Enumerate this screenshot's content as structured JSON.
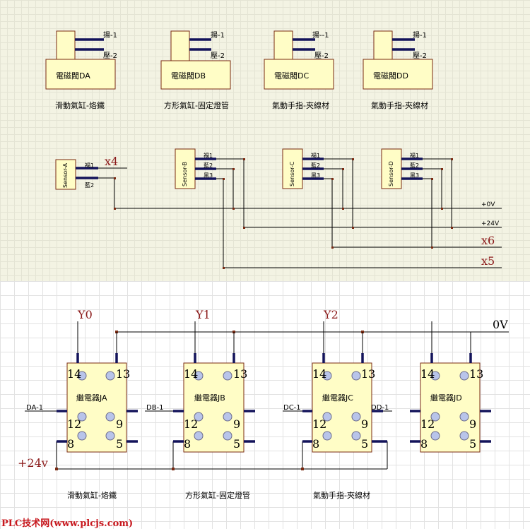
{
  "valves": [
    {
      "name": "電磁閥DA",
      "pin1": "揚-1",
      "pin2": "壓-2",
      "caption": "滑動氣缸-烙鐵"
    },
    {
      "name": "電磁閥DB",
      "pin1": "揚-1",
      "pin2": "壓-2",
      "caption": "方形氣缸-固定燈管"
    },
    {
      "name": "電磁閥DC",
      "pin1": "揚--1",
      "pin2": "壓-2",
      "caption": "氣動手指-夾線材"
    },
    {
      "name": "電磁閥DD",
      "pin1": "揚-1",
      "pin2": "壓-2",
      "caption": "氣動手指-夾線材"
    }
  ],
  "sensors": [
    {
      "label": "Sensor-A",
      "pins": [
        "褐1",
        "藍2"
      ]
    },
    {
      "label": "Sensor-B",
      "pins": [
        "褐1",
        "藍2",
        "黑3"
      ]
    },
    {
      "label": "Sensor-C",
      "pins": [
        "褐1",
        "藍2",
        "黑3"
      ]
    },
    {
      "label": "Sensor-D",
      "pins": [
        "褐1",
        "藍2",
        "黑3"
      ]
    }
  ],
  "sensor_bus": {
    "x4": "x4",
    "v0": "+0V",
    "v24": "+24V",
    "x6": "x6",
    "x5": "x5"
  },
  "relays": [
    {
      "name": "繼電器JA",
      "input": "DA-1",
      "output": "",
      "signal": "Y0"
    },
    {
      "name": "繼電器JB",
      "input": "DB-1",
      "output": "",
      "signal": "Y1"
    },
    {
      "name": "繼電器JC",
      "input": "DC-1",
      "output": "DD-1",
      "signal": "Y2"
    },
    {
      "name": "繼電器JD",
      "input": "",
      "output": "",
      "signal": ""
    }
  ],
  "relay_pins": {
    "p14": "14",
    "p13": "13",
    "p12": "12",
    "p9": "9",
    "p8": "8",
    "p5": "5"
  },
  "relay_bus": {
    "zero": "0V",
    "plus24": "+24v"
  },
  "relay_captions": [
    "滑動氣缸-烙鐵",
    "方形氣缸-固定燈管",
    "氣動手指-夾線材"
  ],
  "watermark": "PLC技术网(www.plcjs.com)",
  "colors": {
    "box_fill": "#fffdc6",
    "box_border": "#7a2a12",
    "lead": "#13135a",
    "pin_circle": "#b8c4ea",
    "label_red": "#8b1a1a"
  }
}
